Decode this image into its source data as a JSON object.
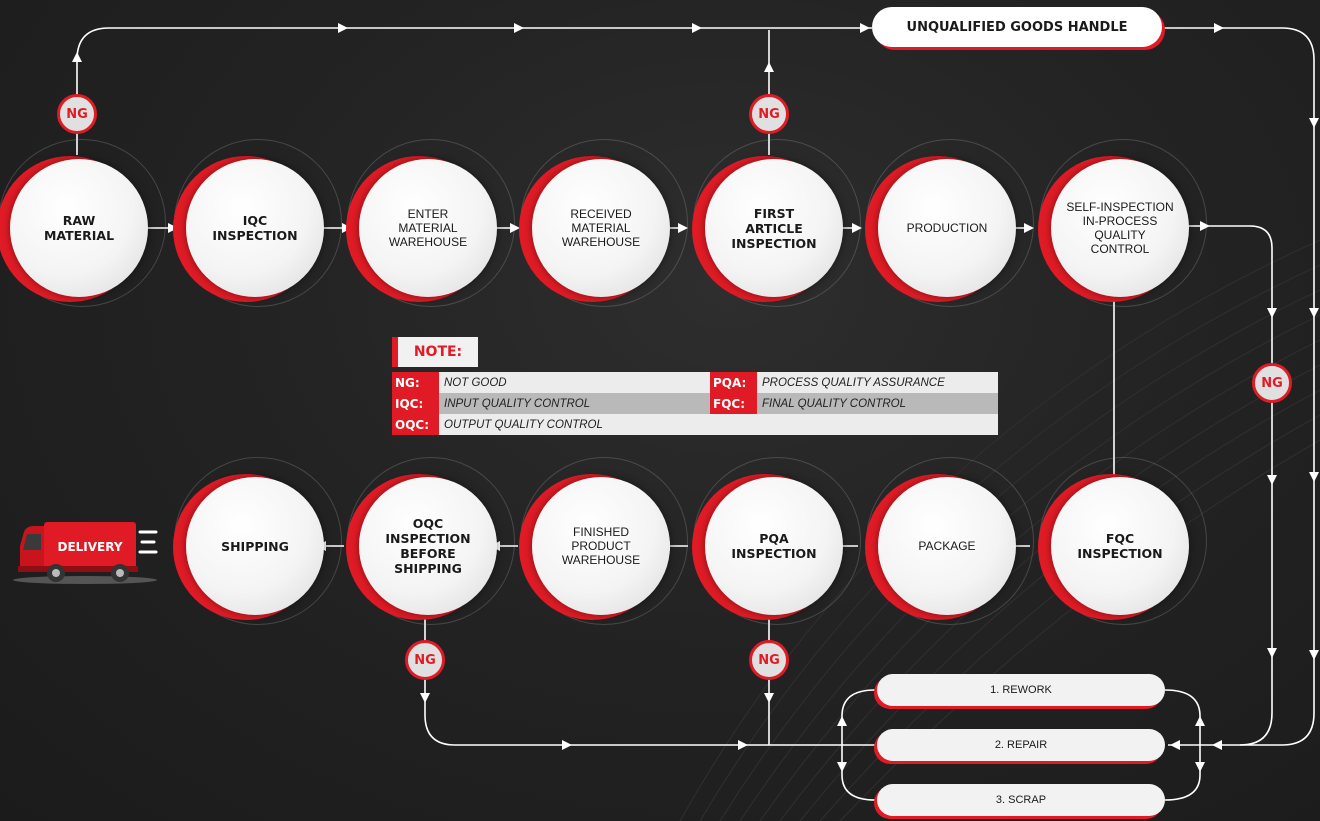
{
  "nodes": {
    "raw_material": "RAW\nMATERIAL",
    "iqc_inspection": "IQC\nINSPECTION",
    "enter_material_warehouse": "ENTER\nMATERIAL\nWAREHOUSE",
    "received_material_warehouse": "RECEIVED\nMATERIAL\nWAREHOUSE",
    "first_article_inspection": "FIRST\nARTICLE\nINSPECTION",
    "production": "PRODUCTION",
    "self_inspection": "SELF-INSPECTION\nIN-PROCESS\nQUALITY\nCONTROL",
    "fqc_inspection": "FQC\nINSPECTION",
    "package": "PACKAGE",
    "pqa_inspection": "PQA\nINSPECTION",
    "finished_product_warehouse": "FINISHED\nPRODUCT\nWAREHOUSE",
    "oqc_inspection": "OQC\nINSPECTION\nBEFORE\nSHIPPING",
    "shipping": "SHIPPING"
  },
  "ng_label": "NG",
  "unqualified_handle": "UNQUALIFIED GOODS HANDLE",
  "outcomes": [
    "1. REWORK",
    "2. REPAIR",
    "3. SCRAP"
  ],
  "delivery_label": "DELIVERY",
  "note": {
    "title": "NOTE:",
    "rows": [
      [
        {
          "key": "NG:",
          "value": "NOT GOOD"
        },
        {
          "key": "PQA:",
          "value": "PROCESS QUALITY ASSURANCE"
        }
      ],
      [
        {
          "key": "IQC:",
          "value": "INPUT QUALITY CONTROL"
        },
        {
          "key": "FQC:",
          "value": "FINAL QUALITY CONTROL"
        }
      ],
      [
        {
          "key": "OQC:",
          "value": "OUTPUT QUALITY CONTROL"
        }
      ]
    ]
  },
  "colors": {
    "accent": "#e01b25",
    "background": "#222222",
    "disc": "#f4f4f4",
    "line": "#ffffff"
  }
}
